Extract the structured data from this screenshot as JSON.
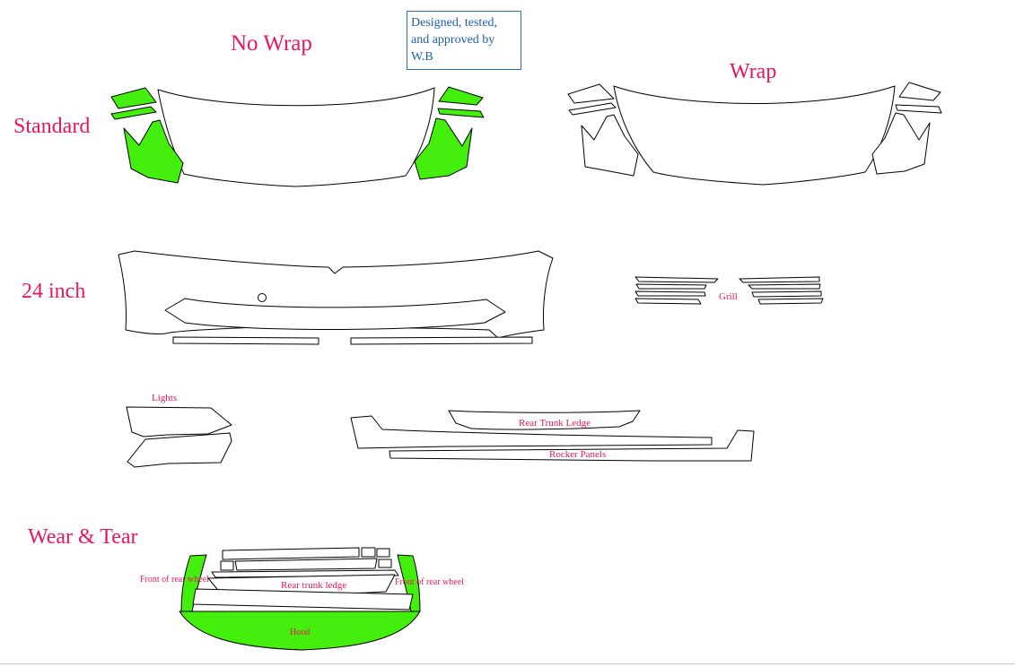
{
  "note": {
    "line1": "Designed, tested,",
    "line2": "and approved by",
    "line3": "W.B"
  },
  "headings": {
    "no_wrap": "No Wrap",
    "wrap": "Wrap",
    "standard": "Standard",
    "inch24": "24 inch",
    "wear_tear": "Wear & Tear"
  },
  "parts": {
    "grill": "Grill",
    "lights": "Lights",
    "rear_trunk_ledge": "Rear Trunk Ledge",
    "rocker_panels": "Rocker Panels",
    "front_of_rear_wheel_left": "Front of rear wheel",
    "front_of_rear_wheel_right": "Front of rear wheel",
    "rear_trunk_ledge_lower": "Rear trunk ledge",
    "hood": "Hood"
  },
  "colors": {
    "label": "#e8175d",
    "note_text": "#1b5fb0",
    "highlight_fill": "#44ee0d",
    "outline": "#000000"
  }
}
